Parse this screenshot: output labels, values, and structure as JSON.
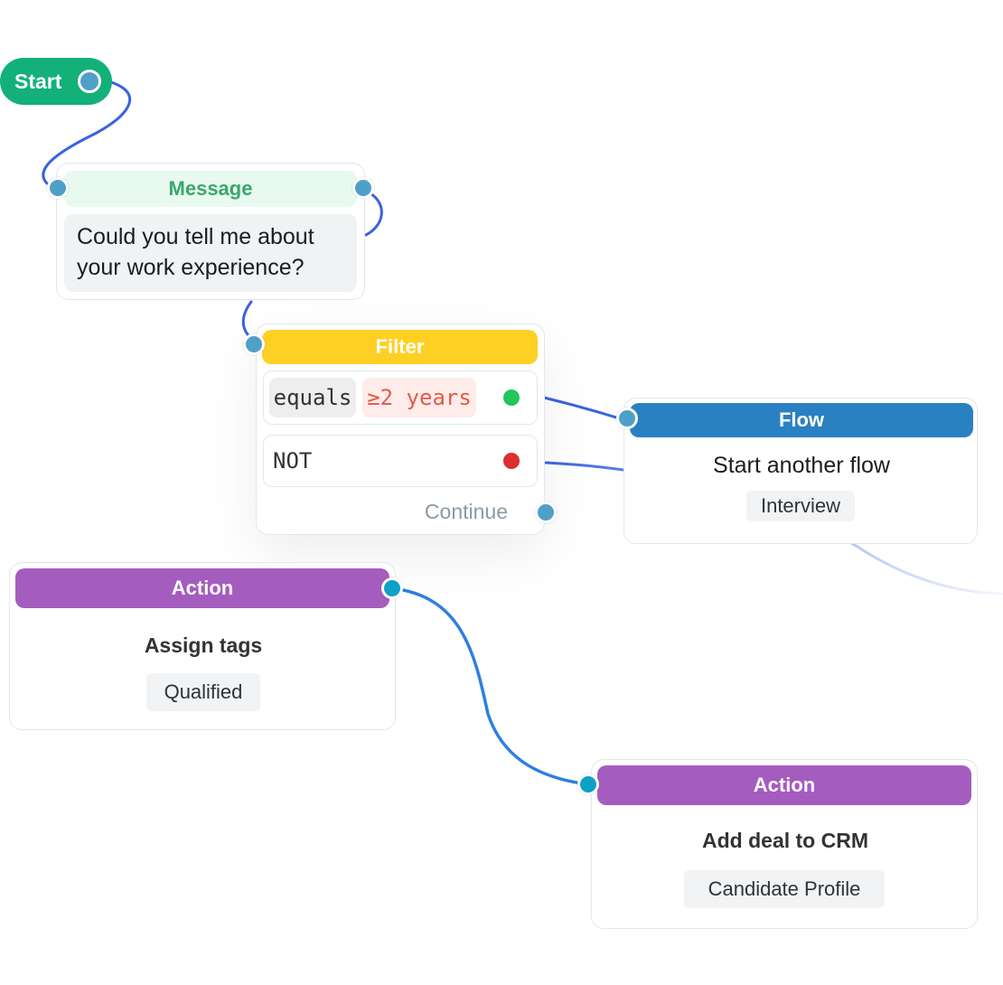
{
  "start": {
    "label": "Start"
  },
  "message_node": {
    "header": "Message",
    "text": "Could you tell me about your work experience?",
    "header_color": "#3aa76d"
  },
  "filter_node": {
    "header": "Filter",
    "conditions": [
      {
        "operator": "equals",
        "value": "≥2 years",
        "status": "match",
        "status_color": "#22c55e"
      },
      {
        "operator": "NOT",
        "status": "no-match",
        "status_color": "#dc2f2f"
      }
    ],
    "continue_label": "Continue",
    "header_color": "#ffd024"
  },
  "flow_node": {
    "header": "Flow",
    "title": "Start another flow",
    "tag": "Interview",
    "header_color": "#2a81c2"
  },
  "action_nodes": [
    {
      "header": "Action",
      "title": "Assign tags",
      "tag": "Qualified",
      "header_color": "#a55cbf"
    },
    {
      "header": "Action",
      "title": "Add deal to CRM",
      "tag": "Candidate Profile",
      "header_color": "#a55cbf"
    }
  ],
  "colors": {
    "start": "#13b07a",
    "edge": "#3b63e0",
    "handle": "#4fa0c8"
  }
}
